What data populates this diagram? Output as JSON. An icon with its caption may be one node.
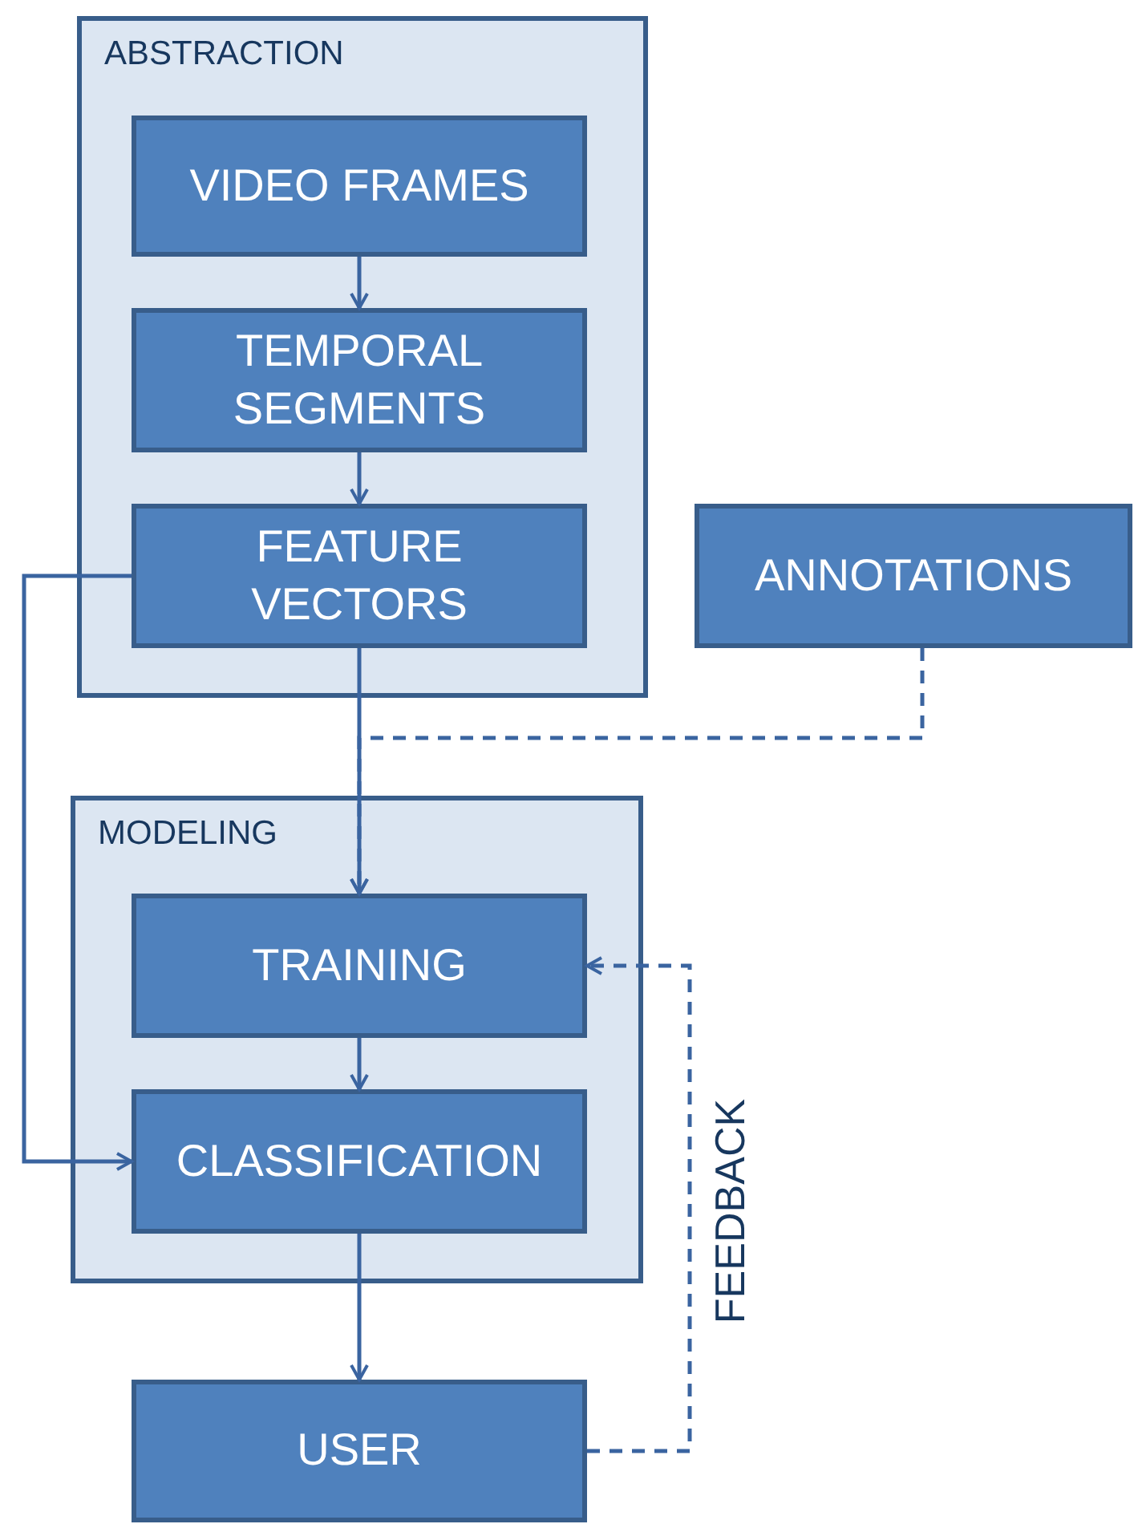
{
  "diagram": {
    "nodes": [
      {
        "text": [
          "ABSTRACTION"
        ]
      },
      {
        "text": [
          "VIDEO FRAMES"
        ],
        "in": 0
      },
      {
        "text": [
          "TEMPORAL SEGMENTS"
        ],
        "in": 0
      },
      {
        "text": [
          "FEATURE VECTORS"
        ],
        "in": 0
      },
      {
        "text": [
          "ANNOTATIONS"
        ]
      },
      {
        "text": [
          "MODELING"
        ]
      },
      {
        "text": [
          "TRAINING"
        ],
        "in": 5
      },
      {
        "text": [
          "CLASSIFICATION"
        ],
        "in": 5
      },
      {
        "text": [
          "USER"
        ]
      }
    ],
    "edges": [
      {
        "from": 1,
        "to": 2,
        "arrow": "to"
      },
      {
        "from": 2,
        "to": 3,
        "arrow": "to"
      },
      {
        "from": 3,
        "to": 6,
        "arrow": "to"
      },
      {
        "from": 4,
        "to": 6,
        "arrow": "to",
        "style": "dashed"
      },
      {
        "from": 3,
        "to": 7,
        "arrow": "to"
      },
      {
        "from": 6,
        "to": 7,
        "arrow": "to"
      },
      {
        "from": 7,
        "to": 8,
        "arrow": "to"
      },
      {
        "from": 8,
        "to": 6,
        "arrow": "to",
        "style": "dashed",
        "label": "FEEDBACK"
      }
    ]
  }
}
